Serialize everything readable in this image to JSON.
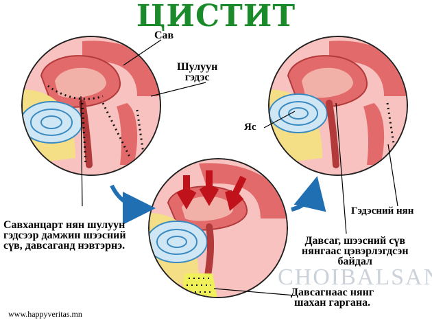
{
  "title": "ЦИСТИТ",
  "colors": {
    "title": "#1a8a2a",
    "arrow": "#1f6fb2",
    "pressure_arrow": "#c0121a",
    "tissue": "#e26a6a",
    "fat": "#f4df86",
    "bone": "#cfe7f5",
    "bacteria": "#111111",
    "discharge": "#f0f05a"
  },
  "labels": {
    "sav": "Сав",
    "shuluun_line1": "Шулуун",
    "shuluun_line2": "гэдэс",
    "yas": "Яс",
    "gedesnii_nyan": "Гэдэсний нян",
    "entry_line1": "Савханцарт нян шулуун",
    "entry_line2": "гэдсээр дамжин шээсний",
    "entry_line3": "сүв, давсаганд нэвтэрнэ.",
    "normal_line1": "Давсаг, шээсний сүв",
    "normal_line2": "нянгаас цэвэрлэгдсэн",
    "normal_line3": "байдал",
    "flush_line1": "Давсагнаас нянг",
    "flush_line2": "шахан гаргана."
  },
  "footer": "www.happyveritas.mn",
  "watermark": "CHOIBALSAN"
}
